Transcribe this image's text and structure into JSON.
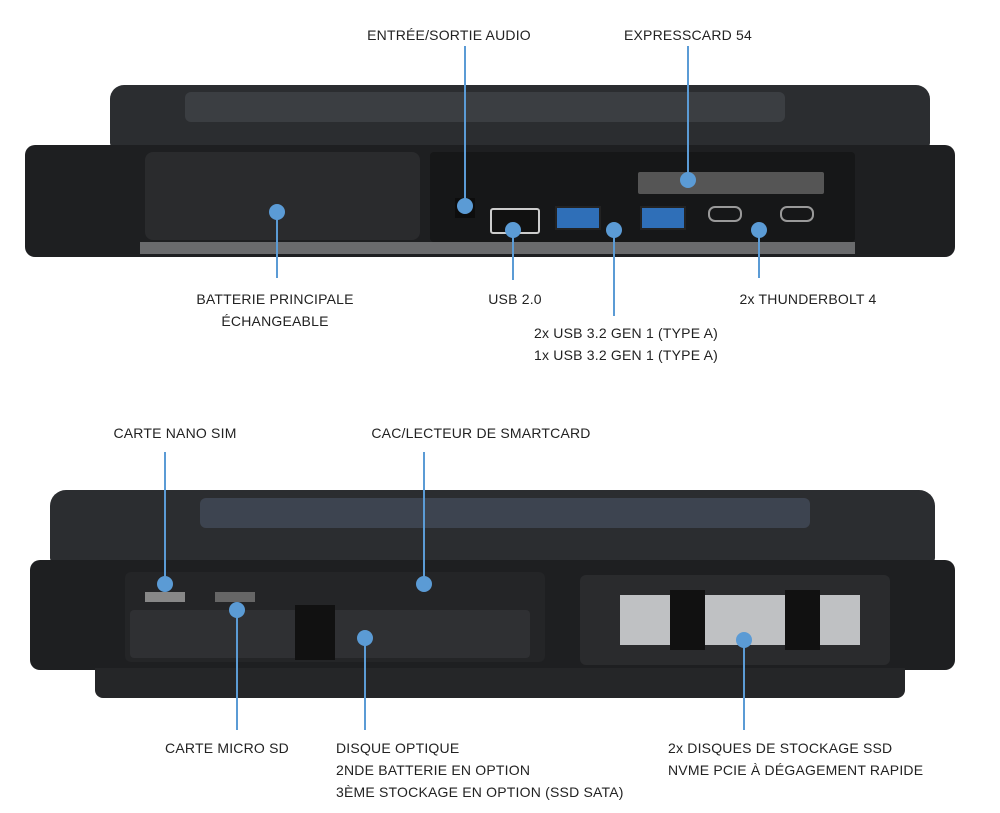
{
  "accent_color": "#5b9bd5",
  "top_view": {
    "labels": {
      "audio": "ENTRÉE/SORTIE AUDIO",
      "expresscard": "EXPRESSCARD 54",
      "battery_line1": "BATTERIE PRINCIPALE",
      "battery_line2": "ÉCHANGEABLE",
      "usb2": "USB 2.0",
      "usb32_line1": "2x USB 3.2 GEN 1 (TYPE A)",
      "usb32_line2": "1x USB 3.2 GEN 1 (TYPE A)",
      "thunderbolt": "2x THUNDERBOLT 4"
    }
  },
  "bottom_view": {
    "labels": {
      "nano_sim": "CARTE NANO SIM",
      "smartcard": "CAC/LECTEUR DE SMARTCARD",
      "micro_sd": "CARTE MICRO SD",
      "optical_line1": "DISQUE OPTIQUE",
      "optical_line2": "2NDE BATTERIE EN OPTION",
      "optical_line3": "3ÈME STOCKAGE EN OPTION (SSD SATA)",
      "ssd_line1": "2x DISQUES DE STOCKAGE SSD",
      "ssd_line2": "NVME PCIE À DÉGAGEMENT RAPIDE"
    }
  }
}
